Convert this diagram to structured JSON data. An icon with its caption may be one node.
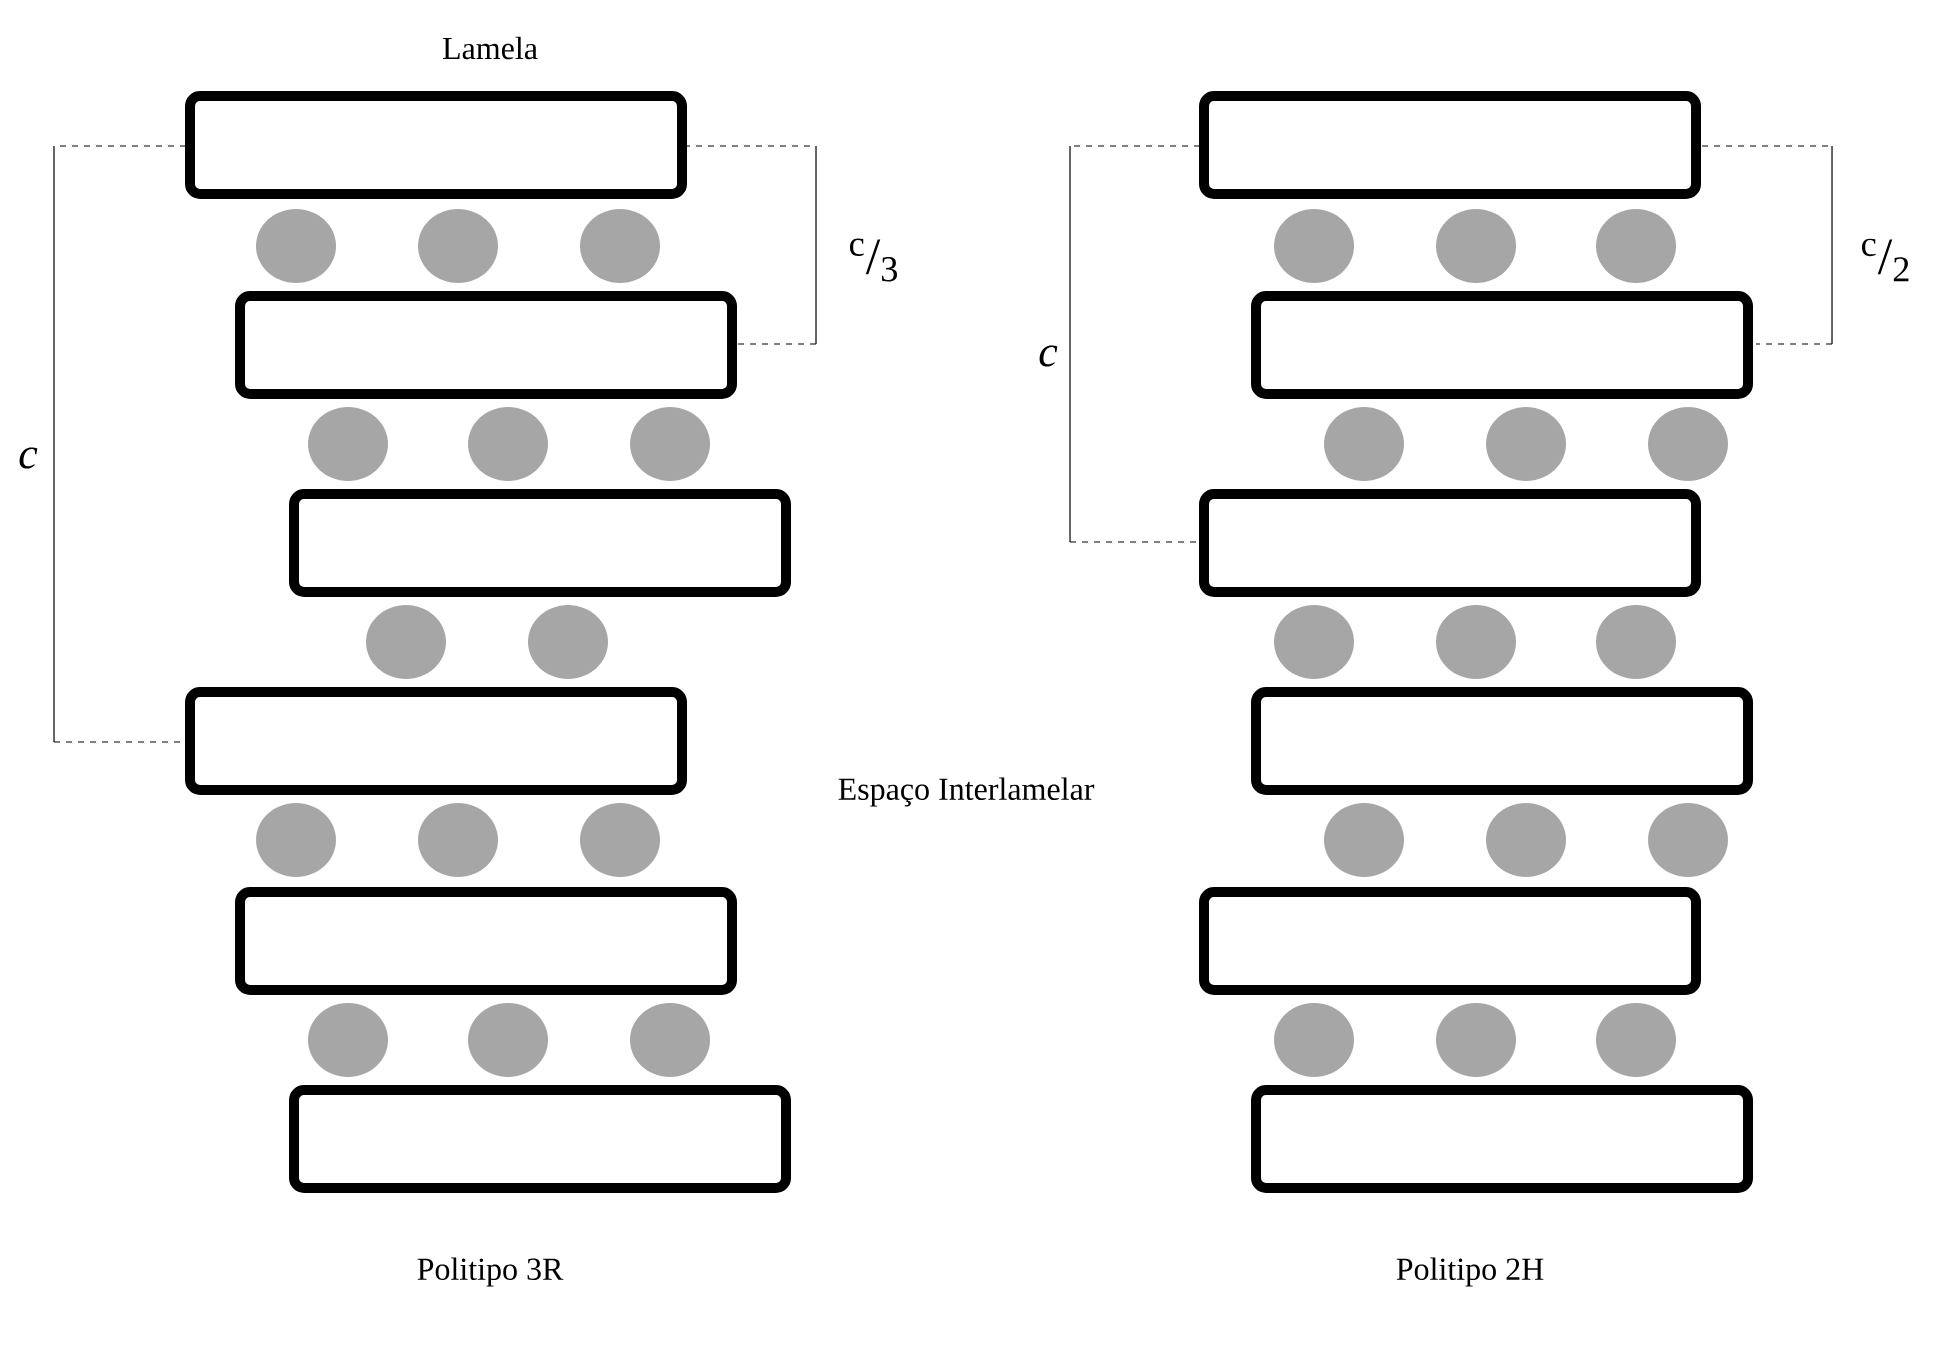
{
  "diagram": {
    "labels": [
      "Lamela",
      "$^{c}$/$_{3}$",
      "$^{c}$/$_{2}$",
      "c",
      "c",
      "Espaço Interlamelar",
      "Politipo 3R",
      "Politipo 2H"
    ]
  }
}
